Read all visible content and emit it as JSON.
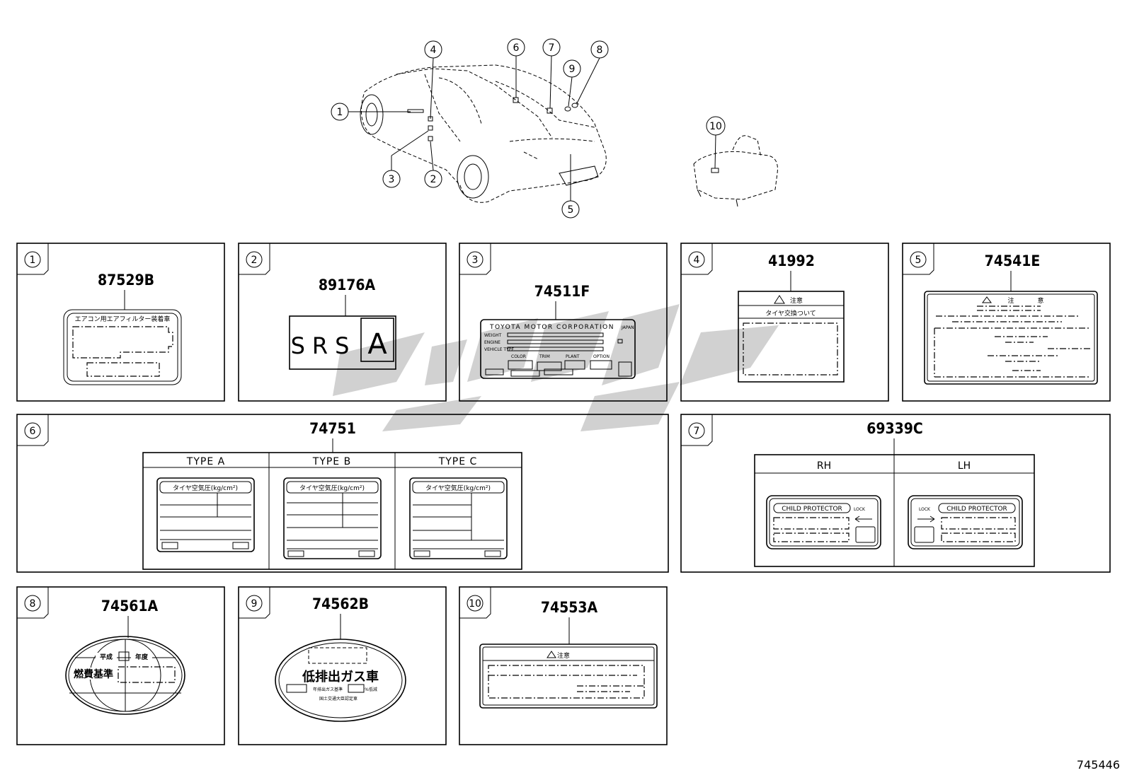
{
  "diagram": {
    "callouts": [
      "1",
      "2",
      "3",
      "4",
      "5",
      "6",
      "7",
      "8",
      "9",
      "10"
    ],
    "footer_code": "745446",
    "watermark": "cygc"
  },
  "panels": [
    {
      "id": "1",
      "part": "87529B",
      "label_text": "エアコン用エアフィルター装着車"
    },
    {
      "id": "2",
      "part": "89176A",
      "label_text": "SRS",
      "label_letter": "A"
    },
    {
      "id": "3",
      "part": "74511F",
      "header": "TOYOTA MOTOR CORPORATION",
      "tag": "JAPAN",
      "row_labels": [
        "WEIGHT",
        "ENGINE",
        "VEHICLE TYPE"
      ],
      "fields": [
        "COLOR",
        "TRIM",
        "PLANT",
        "OPTION"
      ]
    },
    {
      "id": "4",
      "part": "41992",
      "warning": "注意",
      "subtitle": "タイヤ交換ついて"
    },
    {
      "id": "5",
      "part": "74541E",
      "warning": "注",
      "warning2": "意"
    },
    {
      "id": "6",
      "part": "74751",
      "types": [
        "TYPE  A",
        "TYPE  B",
        "TYPE  C"
      ],
      "tire_text": "タイヤ空気圧(kg/cm²)"
    },
    {
      "id": "7",
      "part": "69339C",
      "sides": [
        "RH",
        "LH"
      ],
      "protector": "CHILD PROTECTOR",
      "lock": "LOCK"
    },
    {
      "id": "8",
      "part": "74561A",
      "line1": "平成",
      "line1b": "年度",
      "line2": "燃費基準"
    },
    {
      "id": "9",
      "part": "74562B",
      "main": "低排出ガス車",
      "sub1": "年排出ガス基準",
      "sub1b": "%低減",
      "sub2": "国土交通大臣認定車"
    },
    {
      "id": "10",
      "part": "74553A",
      "warning": "注意"
    }
  ]
}
